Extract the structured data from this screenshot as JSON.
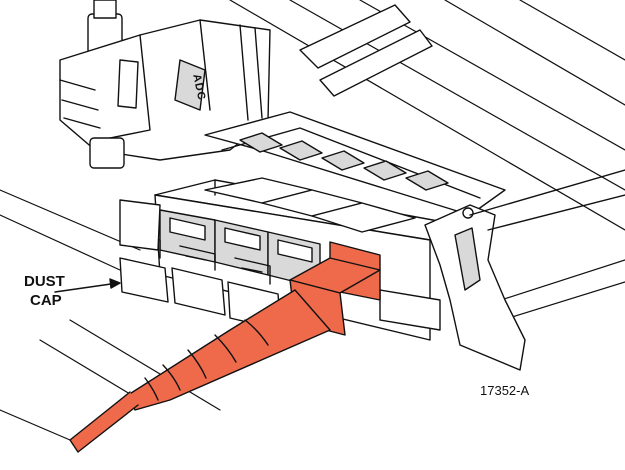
{
  "callout": {
    "line1": "DUST",
    "line2": "CAP"
  },
  "figure_number": "17352-A",
  "logo_text": "ADC",
  "colors": {
    "cable": "#ee6a4b",
    "outline": "#111111",
    "shade": "#d9d9d9",
    "background": "#ffffff"
  }
}
